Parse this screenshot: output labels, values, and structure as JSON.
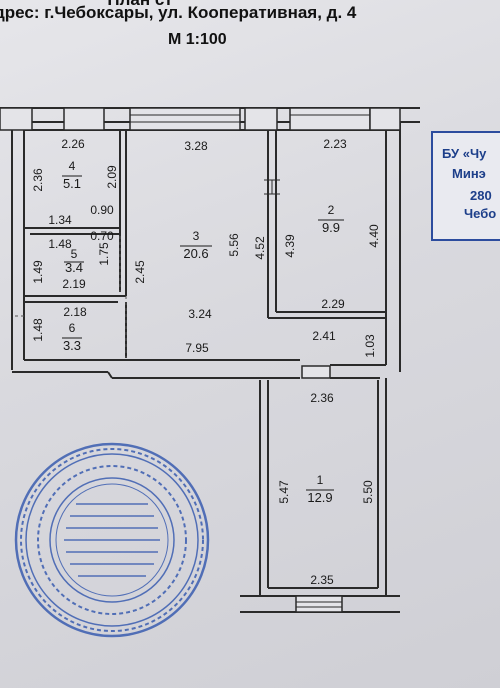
{
  "header": {
    "line0": "План ст",
    "line1": "дрес: г.Чебоксары, ул. Кооперативная, д. 4",
    "scale": "М 1:100"
  },
  "rooms": [
    {
      "no": "4",
      "area": "5.1"
    },
    {
      "no": "3",
      "area": "20.6"
    },
    {
      "no": "2",
      "area": "9.9"
    },
    {
      "no": "5",
      "area": "3.4"
    },
    {
      "no": "6",
      "area": "3.3"
    },
    {
      "no": "1",
      "area": "12.9"
    }
  ],
  "dimensions": {
    "top_4": "2.26",
    "top_3": "3.28",
    "top_2": "2.23",
    "left_4": "2.36",
    "right_4": "2.09",
    "w_134": "1.34",
    "w_090": "0.90",
    "w_070": "0.70",
    "w_148": "1.48",
    "h_149": "1.49",
    "h_175": "1.75",
    "w_219": "2.19",
    "h_245": "2.45",
    "h_556": "5.56",
    "h_452": "4.52",
    "h_439": "4.39",
    "h_440": "4.40",
    "w_229": "2.29",
    "w_218": "2.18",
    "h_148": "1.48",
    "w_324": "3.24",
    "w_241": "2.41",
    "h_103": "1.03",
    "w_795": "7.95",
    "w_236": "2.36",
    "h_547": "5.47",
    "h_550": "5.50",
    "w_235": "2.35"
  },
  "stamp_box": {
    "line1": "БУ «Чу",
    "line2": "Минэ",
    "line3": "280",
    "line4": "Чебо"
  },
  "colors": {
    "wall": "#2a2a2a",
    "stamp": "#3a5db0",
    "box_border": "#2c4c9e"
  }
}
